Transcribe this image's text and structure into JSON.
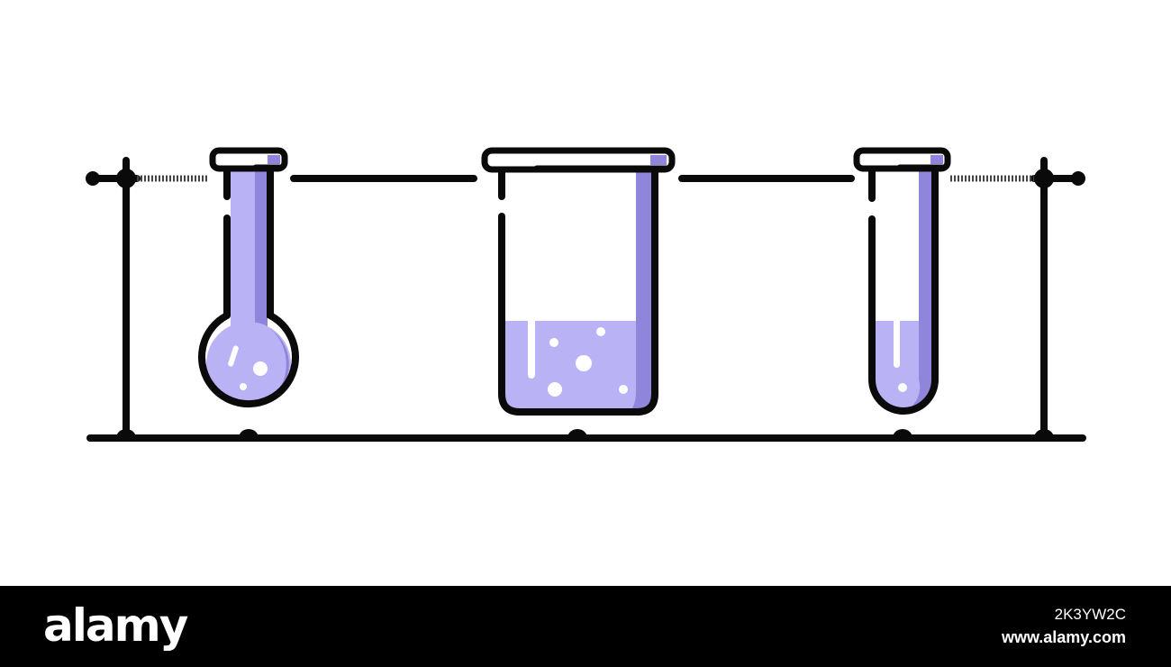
{
  "illustration": {
    "subject": "laboratory glassware on a rack",
    "colors": {
      "outline": "#0a0a0a",
      "liquid": "#b9b2f5",
      "liquid_shade": "#8f86dc",
      "highlight": "#ffffff",
      "background": "#ffffff"
    },
    "items": [
      {
        "name": "round-bottom-flask",
        "fill_level": 1.0
      },
      {
        "name": "beaker",
        "fill_level": 0.4
      },
      {
        "name": "test-tube",
        "fill_level": 0.37
      }
    ]
  },
  "watermark": {
    "brand": "alamy",
    "image_id": "2K3YW2C",
    "site": "www.alamy.com",
    "bar_color": "#000000"
  }
}
